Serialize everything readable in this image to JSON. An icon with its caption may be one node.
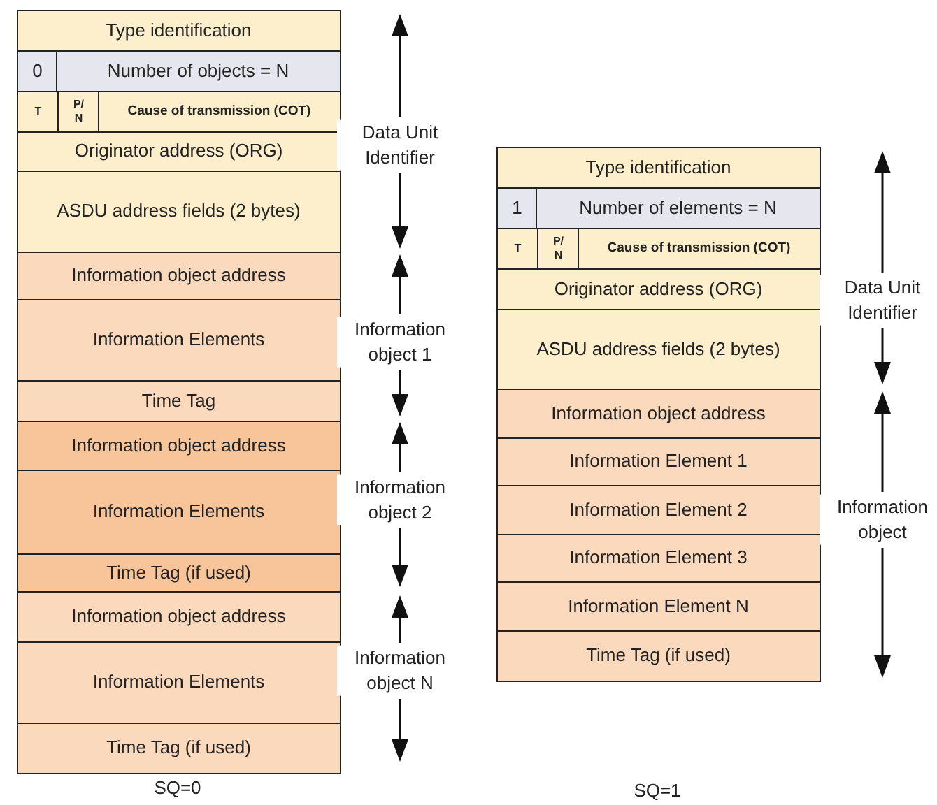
{
  "diagram": {
    "nodes": [
      {
        "text": [
          "Type identification"
        ]
      },
      {
        "text": [
          "0"
        ]
      },
      {
        "text": [
          "Number of objects = N"
        ]
      },
      {
        "text": [
          "T"
        ]
      },
      {
        "text": [
          "P/ N"
        ]
      },
      {
        "text": [
          "Cause of transmission (COT)"
        ]
      },
      {
        "text": [
          "Originator address (ORG)"
        ]
      },
      {
        "text": [
          "ASDU address fields (2 bytes)"
        ]
      },
      {
        "text": [
          "Information object address"
        ]
      },
      {
        "text": [
          "Information Elements"
        ]
      },
      {
        "text": [
          "Time Tag"
        ]
      },
      {
        "text": [
          "Information object address"
        ]
      },
      {
        "text": [
          "Information Elements"
        ]
      },
      {
        "text": [
          "Time Tag (if used)"
        ]
      },
      {
        "text": [
          "Information object address"
        ]
      },
      {
        "text": [
          "Information Elements"
        ]
      },
      {
        "text": [
          "Time Tag (if used)"
        ]
      },
      {
        "text": [
          "Type identification"
        ]
      },
      {
        "text": [
          "1"
        ]
      },
      {
        "text": [
          "Number of elements = N"
        ]
      },
      {
        "text": [
          "T"
        ]
      },
      {
        "text": [
          "P/ N"
        ]
      },
      {
        "text": [
          "Cause of transmission (COT)"
        ]
      },
      {
        "text": [
          "Originator address (ORG)"
        ]
      },
      {
        "text": [
          "ASDU address fields (2 bytes)"
        ]
      },
      {
        "text": [
          "Information object address"
        ]
      },
      {
        "text": [
          "Information Element 1"
        ]
      },
      {
        "text": [
          "Information Element 2"
        ]
      },
      {
        "text": [
          "Information Element 3"
        ]
      },
      {
        "text": [
          "Information Element N"
        ]
      },
      {
        "text": [
          "Time Tag (if used)"
        ]
      }
    ],
    "labels": [
      "Data Unit Identifier",
      "Information object 1",
      "Information object 2",
      "Information object N",
      "SQ=0",
      "Data Unit Identifier",
      "Information object",
      "SQ=1"
    ]
  }
}
